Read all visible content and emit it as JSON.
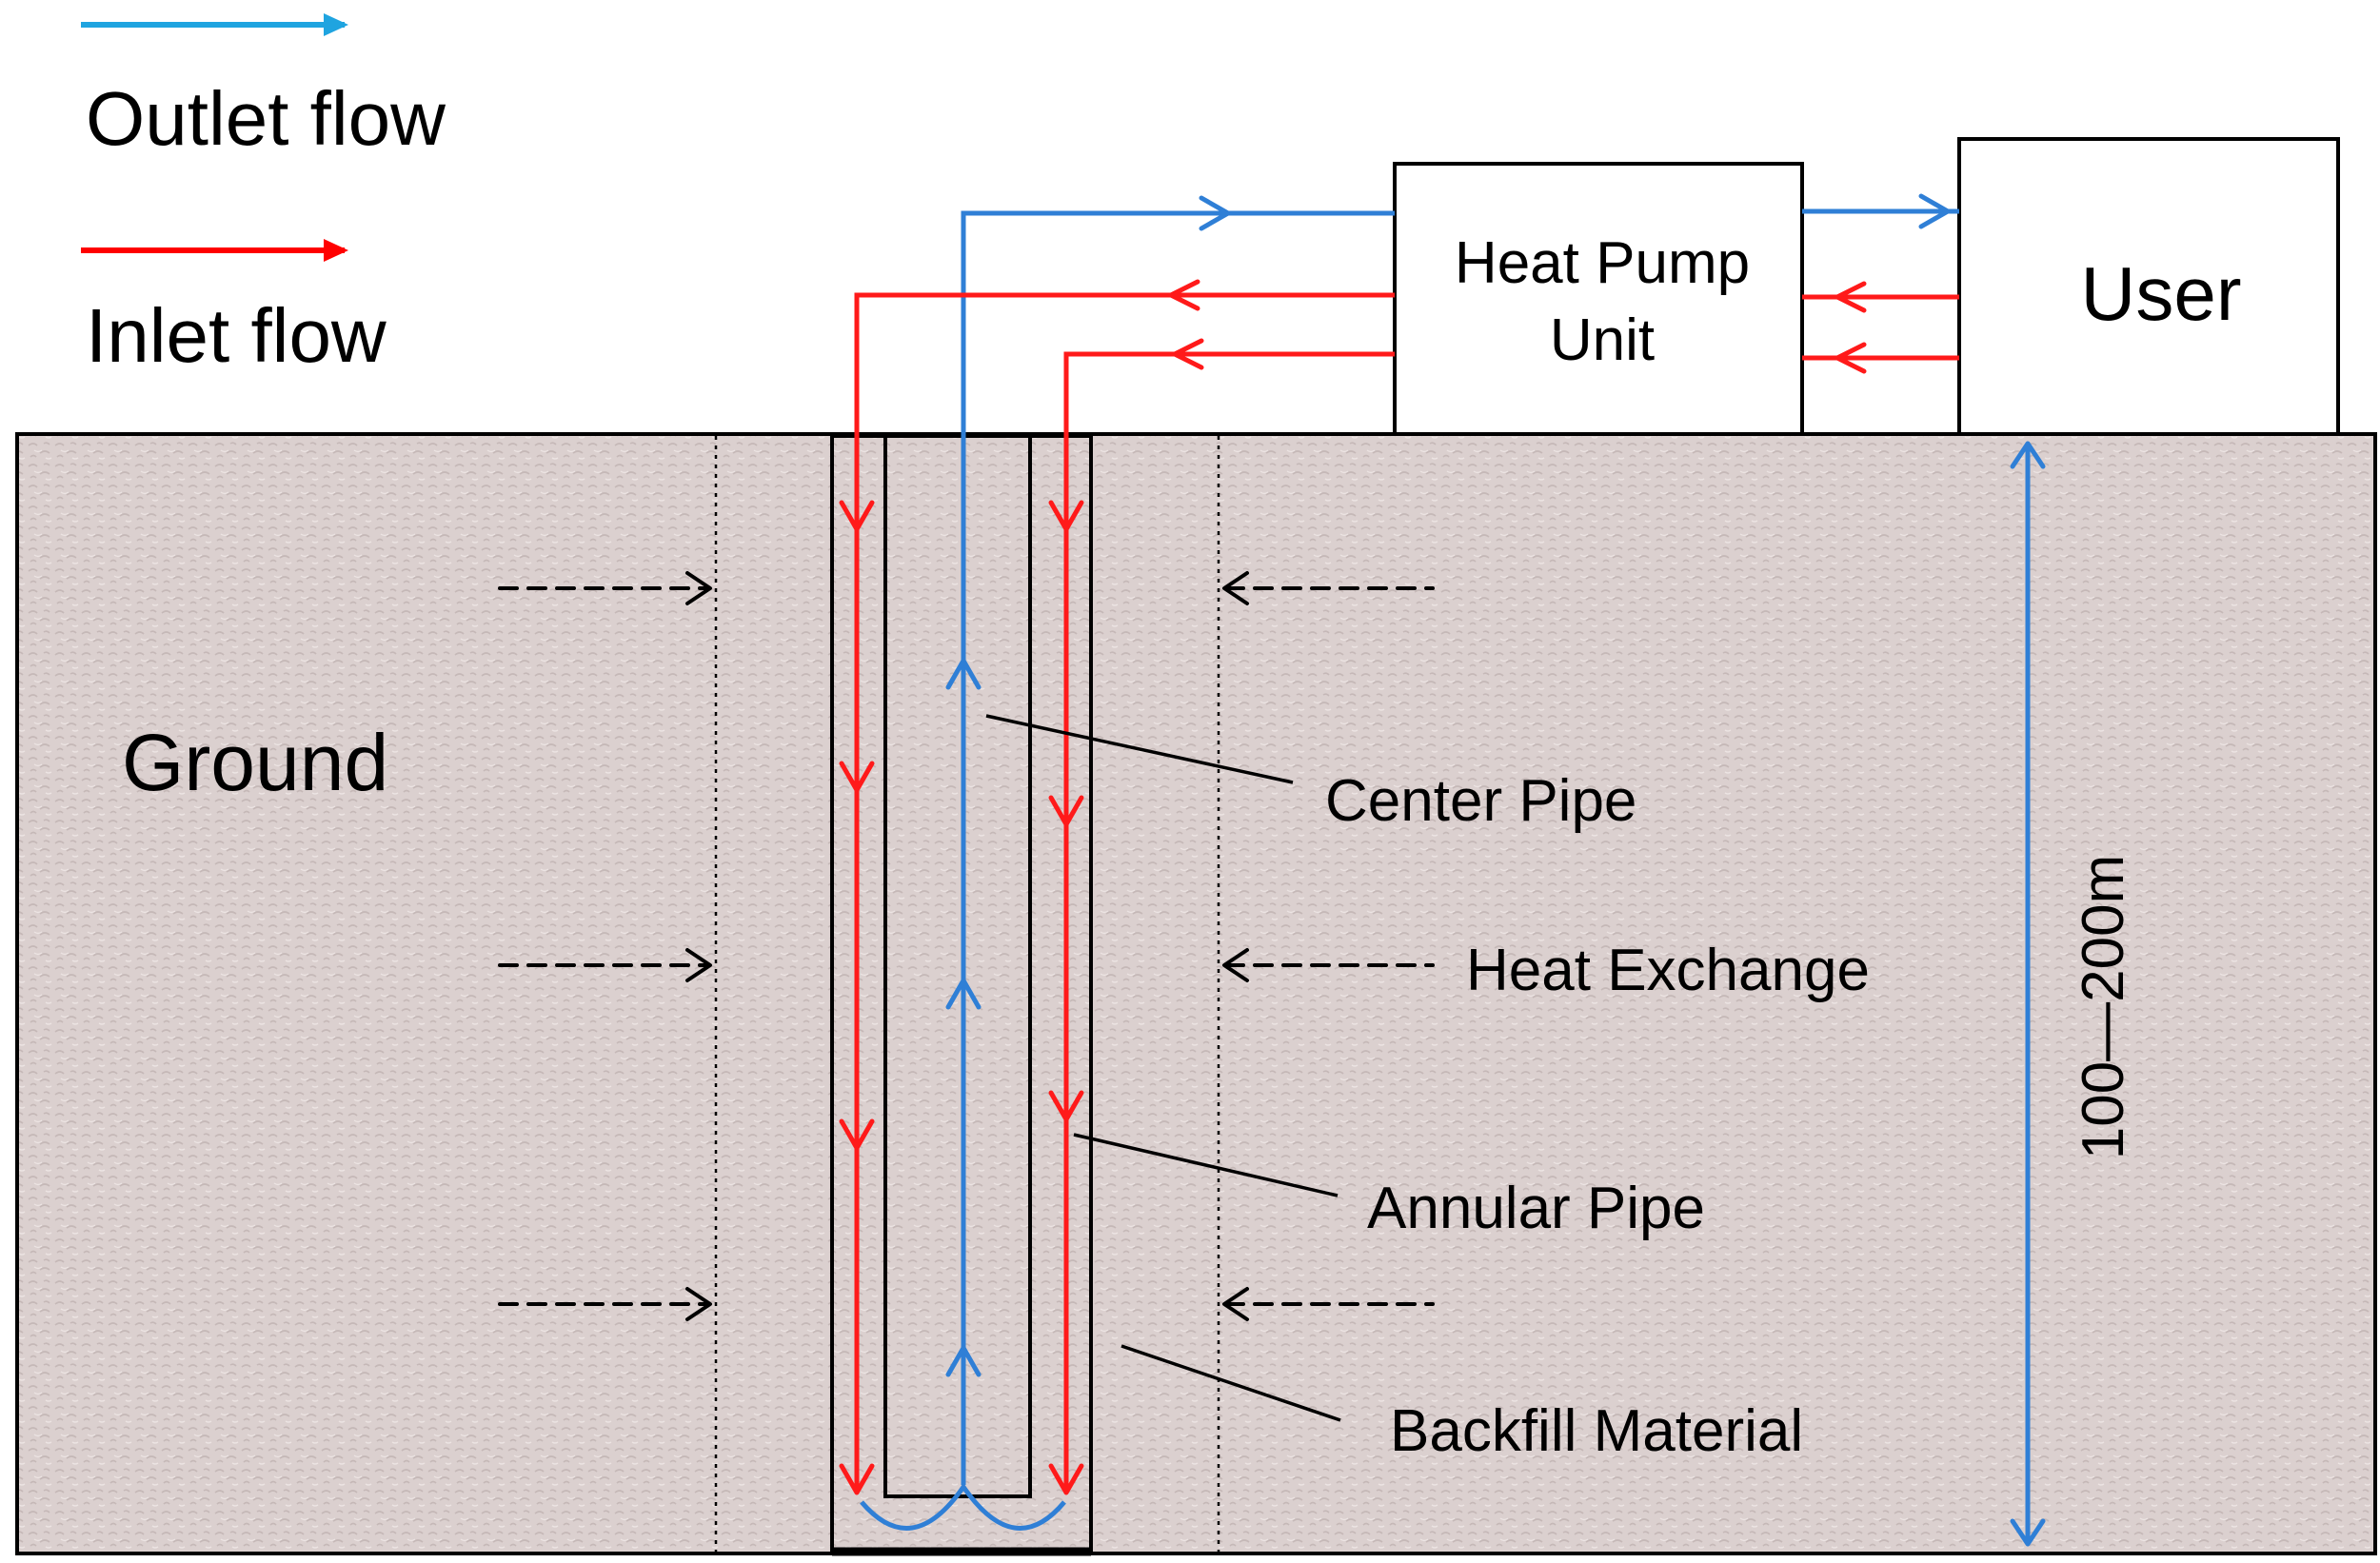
{
  "legend": {
    "outlet": {
      "label": "Outlet flow",
      "color": "#1fa4e0"
    },
    "inlet": {
      "label": "Inlet flow",
      "color": "#ff0000"
    }
  },
  "colors": {
    "outlet_pipe": "#2f7fd6",
    "inlet_pipe": "#ff1a1a",
    "ground": "#d9cdcc",
    "ground_texture": "#c9bcbb",
    "outline": "#000000"
  },
  "boxes": {
    "heat_pump": {
      "line1": "Heat Pump",
      "line2": "Unit"
    },
    "user": {
      "label": "User"
    }
  },
  "labels": {
    "ground": "Ground",
    "center_pipe": "Center Pipe",
    "heat_exchange": "Heat Exchange",
    "annular_pipe": "Annular Pipe",
    "backfill_material": "Backfill Material",
    "depth": "100—200m"
  }
}
